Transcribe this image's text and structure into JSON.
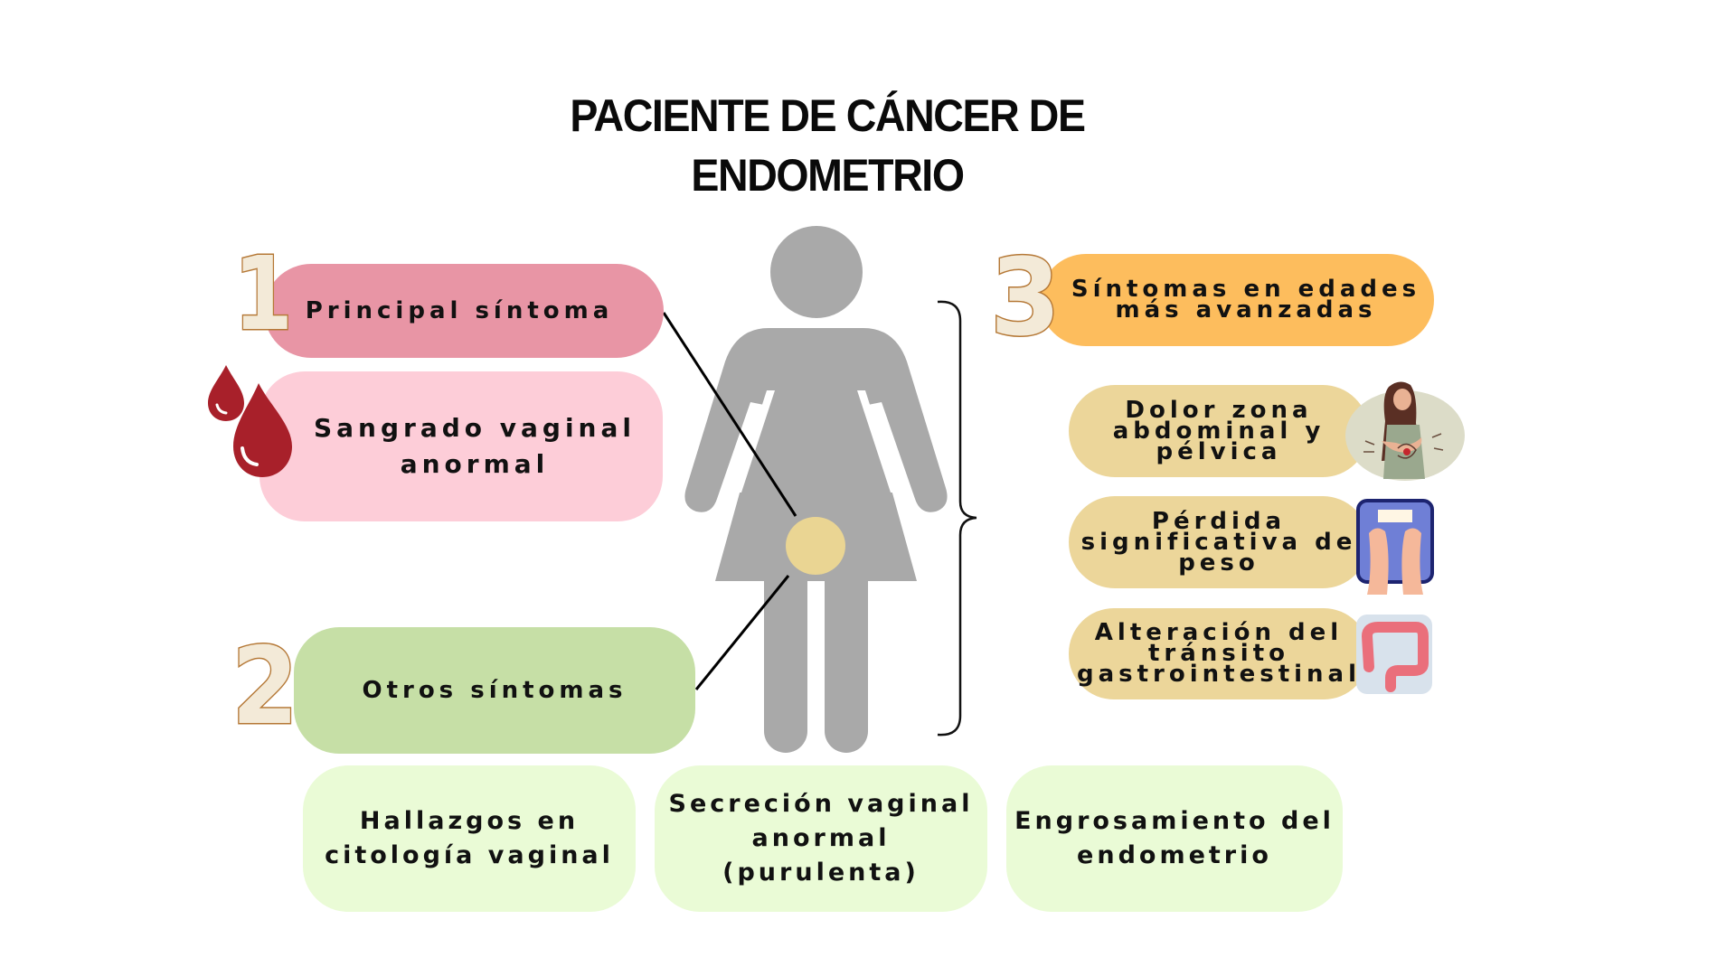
{
  "title": {
    "line1": "PACIENTE DE CÁNCER DE",
    "line2": "ENDOMETRIO"
  },
  "section1": {
    "number": "1",
    "header": "Principal síntoma",
    "header_color": "#e895a5",
    "item": "Sangrado vaginal\nanormal",
    "item_color": "#fdcdd8",
    "icon": "blood-drops-icon",
    "icon_color": "#a8202a"
  },
  "section2": {
    "number": "2",
    "header": "Otros síntomas",
    "header_color": "#c6dfa6",
    "items": [
      {
        "label": "Hallazgos en\ncitología vaginal"
      },
      {
        "label": "Secreción vaginal\nanormal\n(purulenta)"
      },
      {
        "label": "Engrosamiento del\nendometrio"
      }
    ],
    "item_color": "#eafbd6"
  },
  "section3": {
    "number": "3",
    "header": "Síntomas en edades\nmás avanzadas",
    "header_color": "#fdbd5d",
    "item_color": "#ecd69a",
    "items": [
      {
        "label": "Dolor zona\nabdominal y\npélvica",
        "icon": "abdominal-pain-icon"
      },
      {
        "label": "Pérdida\nsignificativa de\npeso",
        "icon": "weight-scale-icon"
      },
      {
        "label": "Alteración del\ntránsito\ngastrointestinal",
        "icon": "colon-intestine-icon"
      }
    ]
  },
  "figure": {
    "icon": "woman-figure-icon",
    "body_color": "#a9a9a9",
    "uterus_color": "#ead593"
  },
  "number_fill": "#f3ead8",
  "number_stroke": "#b57836"
}
